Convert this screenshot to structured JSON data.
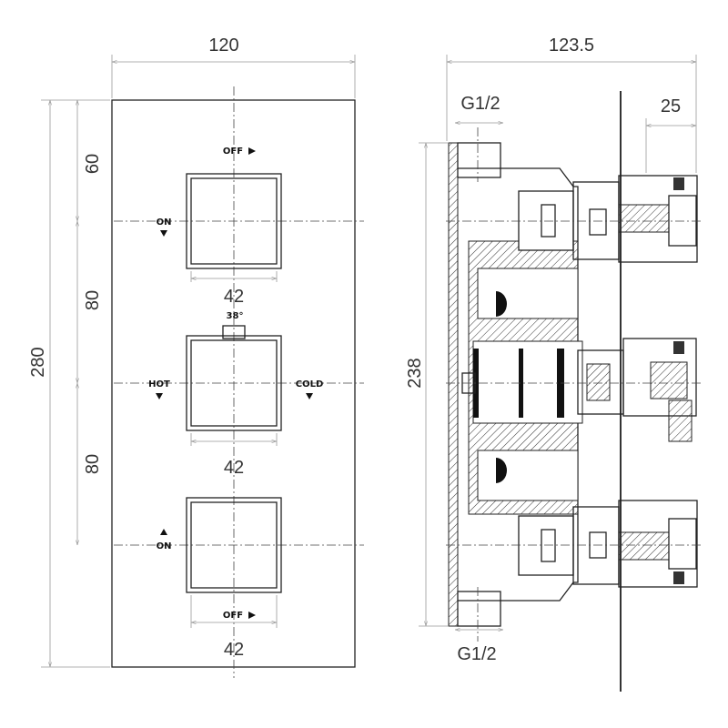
{
  "front_view": {
    "width_dim": "120",
    "height_dim": "280",
    "spacing_dims": [
      "60",
      "80",
      "80"
    ],
    "knob_width_dims": [
      "42",
      "42",
      "42"
    ],
    "labels": {
      "top_off": "OFF",
      "top_on": "ON",
      "angle": "38°",
      "hot": "HOT",
      "cold": "COLD",
      "bottom_on": "ON",
      "bottom_off": "OFF"
    }
  },
  "side_view": {
    "depth_dim": "123.5",
    "inlet_top": "G1/2",
    "inlet_bottom": "G1/2",
    "spindle_dim": "25",
    "height_dim": "238"
  }
}
